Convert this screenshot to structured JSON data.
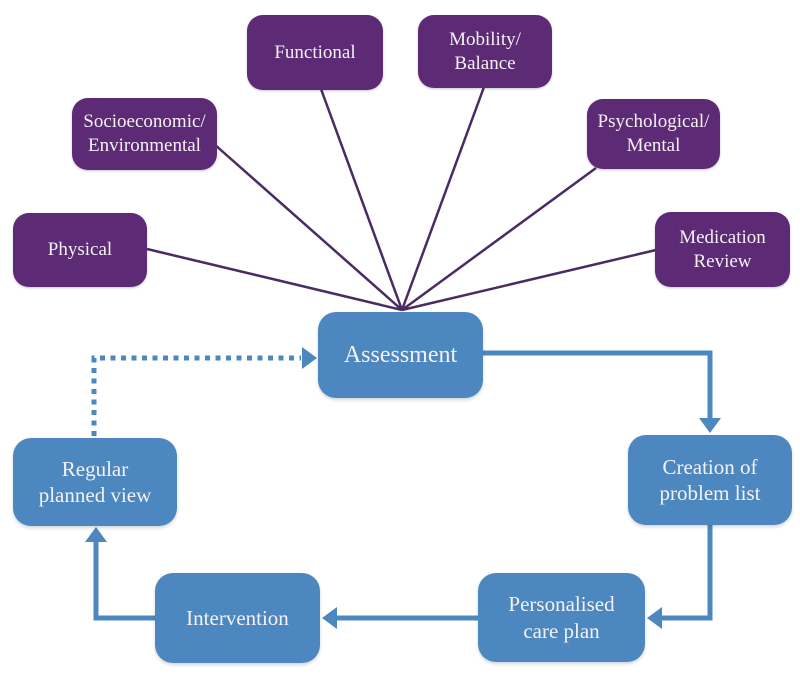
{
  "colors": {
    "domain_box": "#5d2b76",
    "domain_line": "#4a2b64",
    "cycle_box": "#4d87c0",
    "label_text": "#f5f1f5",
    "background": "#ffffff"
  },
  "domains": {
    "physical": {
      "label": "Physical"
    },
    "socioeconomic": {
      "label": "Socioeconomic/\nEnvironmental"
    },
    "functional": {
      "label": "Functional"
    },
    "mobility": {
      "label": "Mobility/\nBalance"
    },
    "psychological": {
      "label": "Psychological/\nMental"
    },
    "medication": {
      "label": "Medication\nReview"
    }
  },
  "cycle": {
    "assessment": {
      "label": "Assessment"
    },
    "creation": {
      "label": "Creation of\nproblem list"
    },
    "personalised": {
      "label": "Personalised\ncare plan"
    },
    "intervention": {
      "label": "Intervention"
    },
    "regular": {
      "label": "Regular\nplanned view"
    }
  },
  "edges": [
    {
      "from": "Physical",
      "to": "Assessment",
      "style": "solid-purple"
    },
    {
      "from": "Socioeconomic/Environmental",
      "to": "Assessment",
      "style": "solid-purple"
    },
    {
      "from": "Functional",
      "to": "Assessment",
      "style": "solid-purple"
    },
    {
      "from": "Mobility/Balance",
      "to": "Assessment",
      "style": "solid-purple"
    },
    {
      "from": "Psychological/Mental",
      "to": "Assessment",
      "style": "solid-purple"
    },
    {
      "from": "Medication Review",
      "to": "Assessment",
      "style": "solid-purple"
    },
    {
      "from": "Assessment",
      "to": "Creation of problem list",
      "style": "solid-blue-arrow"
    },
    {
      "from": "Creation of problem list",
      "to": "Personalised care plan",
      "style": "solid-blue-arrow"
    },
    {
      "from": "Personalised care plan",
      "to": "Intervention",
      "style": "solid-blue-arrow"
    },
    {
      "from": "Intervention",
      "to": "Regular planned view",
      "style": "solid-blue-arrow"
    },
    {
      "from": "Regular planned view",
      "to": "Assessment",
      "style": "dotted-blue-arrow"
    }
  ]
}
